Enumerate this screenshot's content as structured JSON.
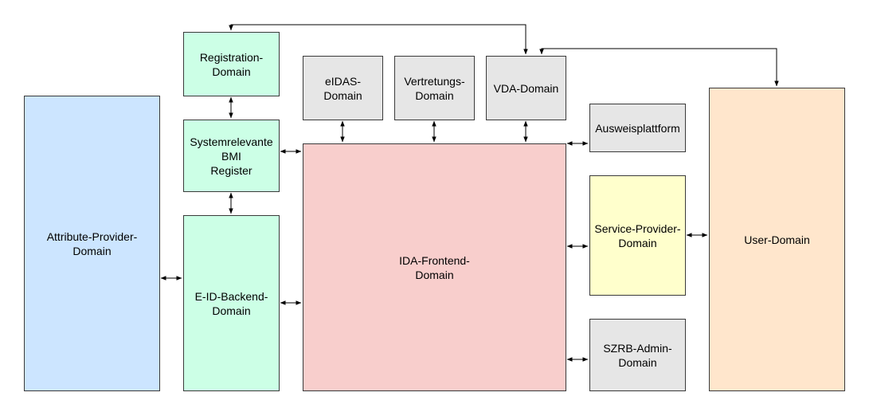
{
  "diagram": {
    "nodes": {
      "attribute_provider": {
        "label": "Attribute-Provider-\nDomain",
        "color": "#cce5ff"
      },
      "registration": {
        "label": "Registration-\nDomain",
        "color": "#ccffe6"
      },
      "systemrelevante": {
        "label": "Systemrelevante\nBMI\nRegister",
        "color": "#ccffe6"
      },
      "eid_backend": {
        "label": "E-ID-Backend-\nDomain",
        "color": "#ccffe6"
      },
      "eidas": {
        "label": "eIDAS-\nDomain",
        "color": "#e6e6e6"
      },
      "vertretungs": {
        "label": "Vertretungs-\nDomain",
        "color": "#e6e6e6"
      },
      "vda": {
        "label": "VDA-Domain",
        "color": "#e6e6e6"
      },
      "ida_frontend": {
        "label": "IDA-Frontend-\nDomain",
        "color": "#f8cecc"
      },
      "ausweisplattform": {
        "label": "Ausweisplattform",
        "color": "#e6e6e6"
      },
      "service_provider": {
        "label": "Service-Provider-\nDomain",
        "color": "#ffffcc"
      },
      "szrb_admin": {
        "label": "SZRB-Admin-\nDomain",
        "color": "#e6e6e6"
      },
      "user": {
        "label": "User-Domain",
        "color": "#ffe6cc"
      }
    },
    "edges": [
      {
        "from": "registration",
        "to": "systemrelevante",
        "direction": "both"
      },
      {
        "from": "systemrelevante",
        "to": "eid_backend",
        "direction": "both"
      },
      {
        "from": "systemrelevante",
        "to": "ida_frontend",
        "direction": "both"
      },
      {
        "from": "attribute_provider",
        "to": "eid_backend",
        "direction": "both"
      },
      {
        "from": "eid_backend",
        "to": "ida_frontend",
        "direction": "both"
      },
      {
        "from": "eidas",
        "to": "ida_frontend",
        "direction": "both"
      },
      {
        "from": "vertretungs",
        "to": "ida_frontend",
        "direction": "both"
      },
      {
        "from": "vda",
        "to": "ida_frontend",
        "direction": "both"
      },
      {
        "from": "ida_frontend",
        "to": "ausweisplattform",
        "direction": "both"
      },
      {
        "from": "ida_frontend",
        "to": "service_provider",
        "direction": "both"
      },
      {
        "from": "ida_frontend",
        "to": "szrb_admin",
        "direction": "both"
      },
      {
        "from": "service_provider",
        "to": "user",
        "direction": "both"
      },
      {
        "from": "vda",
        "to": "registration",
        "direction": "both"
      },
      {
        "from": "vda",
        "to": "user",
        "direction": "both"
      }
    ]
  }
}
